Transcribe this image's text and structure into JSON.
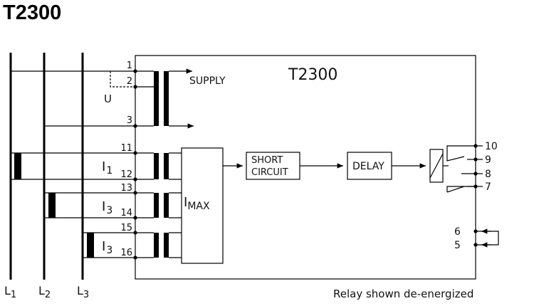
{
  "title": "T2300",
  "device_label": "T2300",
  "supply_label": "SUPPLY",
  "voltage_label": "U",
  "left_terminals": [
    "1",
    "2",
    "3",
    "11",
    "12",
    "13",
    "14",
    "15",
    "16"
  ],
  "right_terminals": [
    "10",
    "9",
    "8",
    "7",
    "6",
    "5"
  ],
  "current_labels": [
    {
      "main": "I",
      "sub": "1"
    },
    {
      "main": "I",
      "sub": "3"
    },
    {
      "main": "I",
      "sub": "3"
    }
  ],
  "imax": {
    "main": "I",
    "sub": "MAX"
  },
  "short_circuit": {
    "line1": "SHORT",
    "line2": "CIRCUIT"
  },
  "delay_label": "DELAY",
  "phase_labels": [
    {
      "main": "L",
      "sub": "1"
    },
    {
      "main": "L",
      "sub": "2"
    },
    {
      "main": "L",
      "sub": "3"
    }
  ],
  "caption": "Relay shown de-energized"
}
